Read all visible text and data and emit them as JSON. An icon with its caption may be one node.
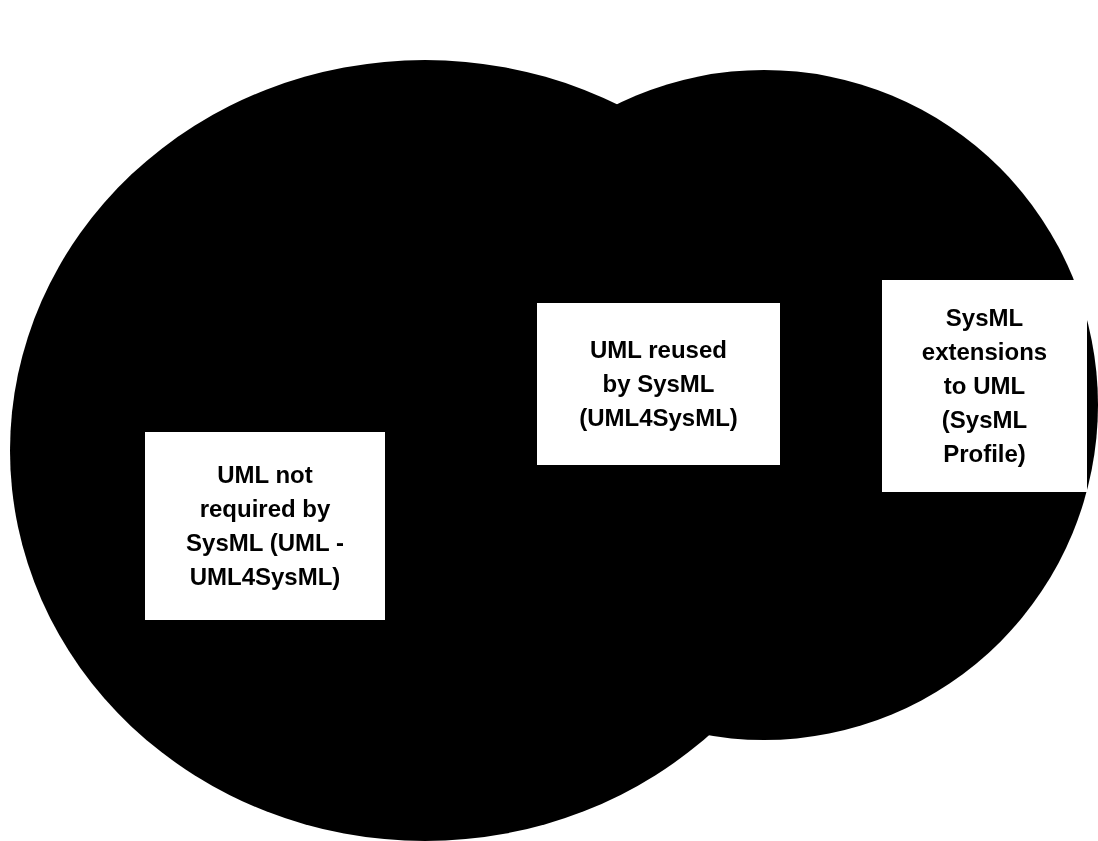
{
  "diagram": {
    "nodes": [
      {
        "text": [],
        "shape": "circle"
      },
      {
        "text": [
          "UML not required by SysML (UML - UML4SysML)"
        ],
        "in": 0
      },
      {
        "text": [
          "UML reused by SysML (UML4SysML)"
        ]
      },
      {
        "text": [],
        "shape": "circle"
      },
      {
        "text": [
          "SysML extensions to UML (SysML Profile)"
        ],
        "in": 3
      }
    ]
  }
}
